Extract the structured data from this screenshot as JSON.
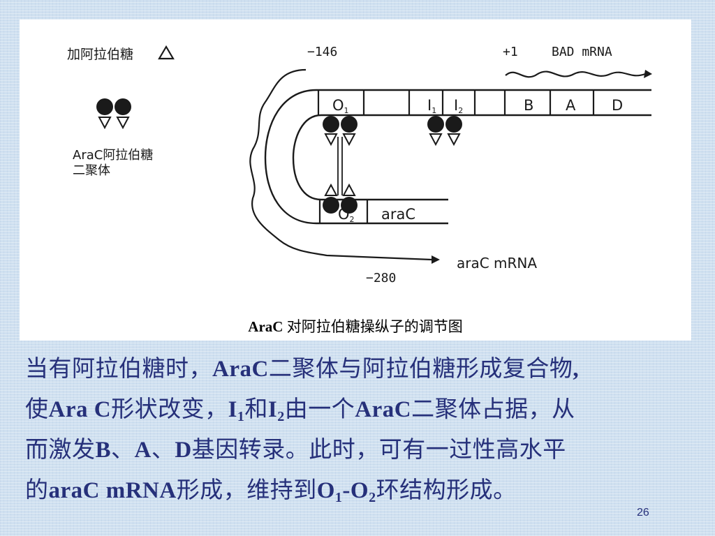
{
  "figure": {
    "legend_arabinose_label": "加阿拉伯糖",
    "legend_dimer_label_line1": "AraC阿拉伯糖",
    "legend_dimer_label_line2": "二聚体",
    "pos_minus146": "−146",
    "pos_plus1": "+1",
    "bad_mrna": "BAD mRNA",
    "pos_minus280": "−280",
    "arac_mrna": "araC mRNA",
    "upper_segments": [
      "O",
      "I",
      "I",
      "B",
      "A",
      "D"
    ],
    "upper_segment_subscripts": [
      "1",
      "1",
      "2"
    ],
    "lower_segments": [
      "O",
      "araC"
    ],
    "lower_segment_subscript": "2",
    "caption_bold": "AraC",
    "caption_rest": " 对阿拉伯糖操纵子的调节图"
  },
  "body": {
    "line1_a": "当有阿拉伯糖时，",
    "line1_b": "AraC",
    "line1_c": "二聚体与阿拉伯糖形成复合物",
    "line1_d": ",",
    "line2_a": "使",
    "line2_b": "Ara C",
    "line2_c": "形状改变，",
    "line2_d": "I",
    "line2_sub1": "1",
    "line2_e": "和",
    "line2_f": "I",
    "line2_sub2": "2",
    "line2_g": "由一个",
    "line2_h": "AraC",
    "line2_i": "二聚体占据，从",
    "line3_a": "而激发",
    "line3_b": "B",
    "line3_c": "、",
    "line3_d": "A",
    "line3_e": "、",
    "line3_f": "D",
    "line3_g": "基因转录。此时，可有一过性高水平",
    "line4_a": "的",
    "line4_b": "araC mRNA",
    "line4_c": "形成，维持到",
    "line4_d": "O",
    "line4_sub1": "1",
    "line4_e": "-O",
    "line4_sub2": "2",
    "line4_f": "环结构形成。"
  },
  "page_number": "26"
}
